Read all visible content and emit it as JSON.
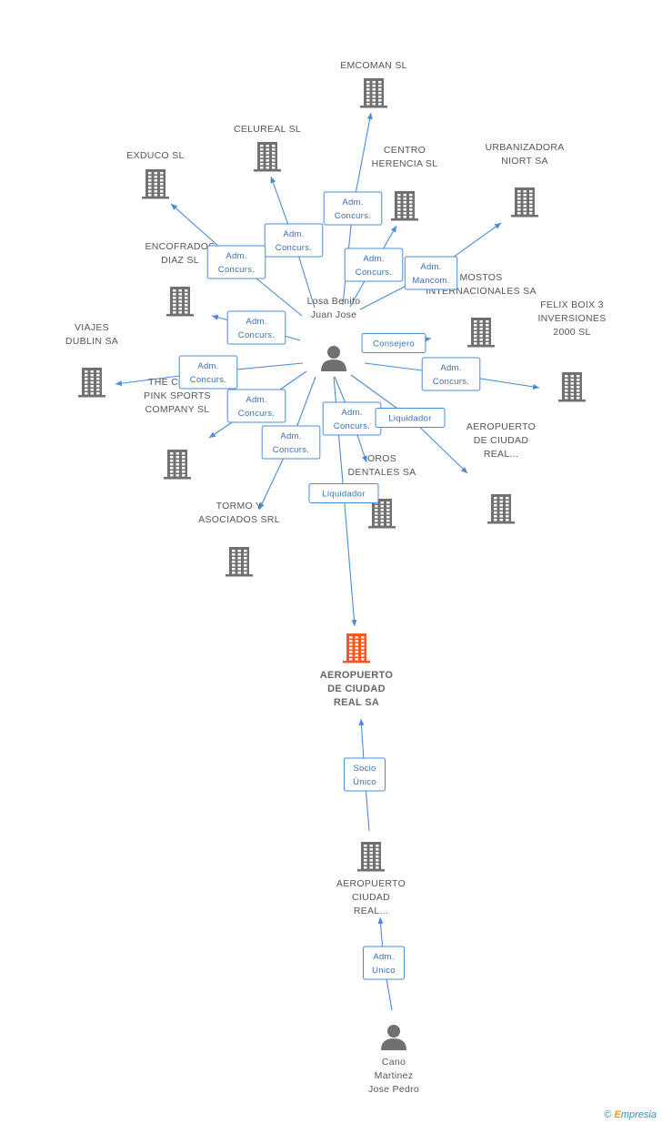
{
  "colors": {
    "edge": "#4a8bd8",
    "node": "#707070",
    "focus": "#f05a28",
    "text": "#555555"
  },
  "nodes": [
    {
      "id": "emcoman",
      "kind": "company",
      "lines": [
        "EMCOMAN SL"
      ]
    },
    {
      "id": "celureal",
      "kind": "company",
      "lines": [
        "CELUREAL SL"
      ]
    },
    {
      "id": "exduco",
      "kind": "company",
      "lines": [
        "EXDUCO SL"
      ]
    },
    {
      "id": "centro",
      "kind": "company",
      "lines": [
        "CENTRO",
        "HERENCIA SL"
      ]
    },
    {
      "id": "urbanizadora",
      "kind": "company",
      "lines": [
        "URBANIZADORA",
        "NIORT SA"
      ]
    },
    {
      "id": "encofrados",
      "kind": "company",
      "lines": [
        "ENCOFRADOS",
        "DIAZ SL"
      ]
    },
    {
      "id": "mostos",
      "kind": "company",
      "lines": [
        "MOSTOS",
        "INTERNACIONALES SA"
      ]
    },
    {
      "id": "losa",
      "kind": "person",
      "lines": [
        "Losa Benito",
        "Juan Jose"
      ]
    },
    {
      "id": "felix",
      "kind": "company",
      "lines": [
        "FELIX BOIX 3",
        "INVERSIONES",
        "2000 SL"
      ]
    },
    {
      "id": "viajes",
      "kind": "company",
      "lines": [
        "VIAJES",
        "DUBLIN SA"
      ]
    },
    {
      "id": "colorpink",
      "kind": "company",
      "lines": [
        "THE COLOR",
        "PINK SPORTS",
        "COMPANY SL"
      ]
    },
    {
      "id": "aeroreal2",
      "kind": "company",
      "lines": [
        "AEROPUERTO",
        "DE CIUDAD",
        "REAL..."
      ]
    },
    {
      "id": "oros",
      "kind": "company",
      "lines": [
        "OROS",
        "DENTALES SA"
      ]
    },
    {
      "id": "tormo",
      "kind": "company",
      "lines": [
        "TORMO Y",
        "ASOCIADOS SRL"
      ]
    },
    {
      "id": "focus",
      "kind": "focus",
      "lines": [
        "AEROPUERTO",
        "DE CIUDAD",
        "REAL SA"
      ]
    },
    {
      "id": "aerociudad",
      "kind": "company",
      "lines": [
        "AEROPUERTO",
        "CIUDAD",
        "REAL..."
      ]
    },
    {
      "id": "cano",
      "kind": "person",
      "lines": [
        "Cano",
        "Martinez",
        "Jose Pedro"
      ]
    }
  ],
  "edges": [
    {
      "from": "losa",
      "to": "emcoman",
      "label": [
        "Adm.",
        "Concurs."
      ]
    },
    {
      "from": "losa",
      "to": "celureal",
      "label": [
        "Adm.",
        "Concurs."
      ]
    },
    {
      "from": "losa",
      "to": "exduco",
      "label": [
        "Adm.",
        "Concurs."
      ]
    },
    {
      "from": "losa",
      "to": "centro",
      "label": [
        "Adm.",
        "Concurs."
      ]
    },
    {
      "from": "losa",
      "to": "urbanizadora",
      "label": [
        "Adm.",
        "Mancom."
      ]
    },
    {
      "from": "losa",
      "to": "encofrados",
      "label": [
        "Adm.",
        "Concurs."
      ]
    },
    {
      "from": "losa",
      "to": "mostos",
      "label": [
        "Consejero"
      ]
    },
    {
      "from": "losa",
      "to": "viajes",
      "label": [
        "Adm.",
        "Concurs."
      ]
    },
    {
      "from": "losa",
      "to": "felix",
      "label": [
        "Adm.",
        "Concurs."
      ]
    },
    {
      "from": "losa",
      "to": "colorpink",
      "label": [
        "Adm.",
        "Concurs."
      ]
    },
    {
      "from": "losa",
      "to": "tormo",
      "label": [
        "Adm.",
        "Concurs."
      ]
    },
    {
      "from": "losa",
      "to": "oros",
      "label": [
        "Adm.",
        "Concurs."
      ]
    },
    {
      "from": "losa",
      "to": "aeroreal2",
      "label": [
        "Liquidador"
      ]
    },
    {
      "from": "losa",
      "to": "focus",
      "label": [
        "Liquidador"
      ]
    },
    {
      "from": "aerociudad",
      "to": "focus",
      "label": [
        "Socio",
        "Único"
      ]
    },
    {
      "from": "cano",
      "to": "aerociudad",
      "label": [
        "Adm.",
        "Unico"
      ]
    }
  ],
  "brand": {
    "copyright": "©",
    "initial": "E",
    "rest": "mpresia"
  }
}
